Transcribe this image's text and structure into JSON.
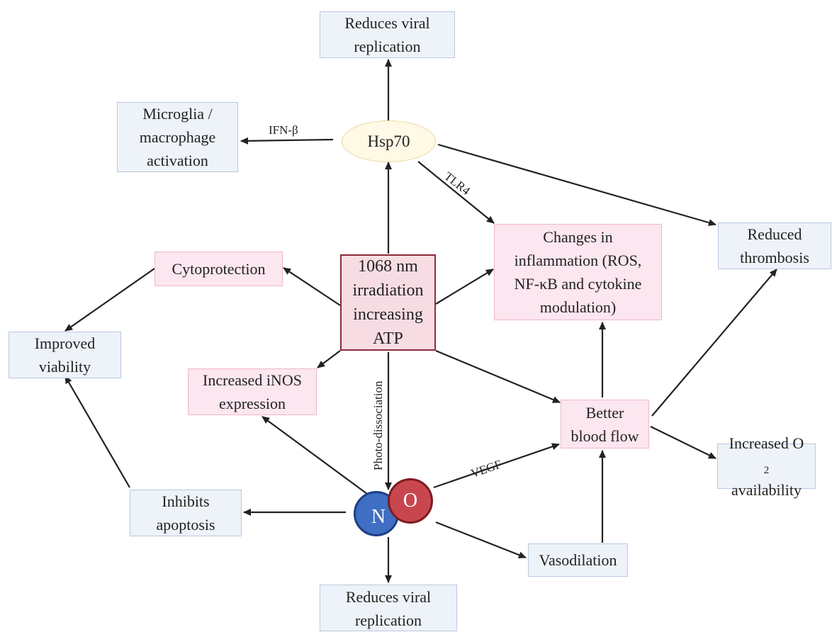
{
  "nodes": {
    "viral_top": [
      "Reduces viral",
      "replication"
    ],
    "microglia": [
      "Microglia /",
      "macrophage",
      "activation"
    ],
    "hsp70": "Hsp70",
    "cytoprotection": "Cytoprotection",
    "center": [
      "1068 nm",
      "irradiation",
      "increasing",
      "ATP"
    ],
    "inflammation": [
      "Changes in",
      "inflammation (ROS,",
      "NF-κB and cytokine",
      "modulation)"
    ],
    "thrombosis": [
      "Reduced",
      "thrombosis"
    ],
    "viability": [
      "Improved",
      "viability"
    ],
    "inos": [
      "Increased iNOS",
      "expression"
    ],
    "blood_flow": [
      "Better",
      "blood flow"
    ],
    "o2_line1_text": "Increased O",
    "o2_subscript": "2",
    "o2_line2": "availability",
    "apoptosis": [
      "Inhibits",
      "apoptosis"
    ],
    "vasodilation": "Vasodilation",
    "viral_bottom": [
      "Reduces viral",
      "replication"
    ],
    "no_n": "N",
    "no_o": "O"
  },
  "edge_labels": {
    "ifn": "IFN-β",
    "tlr4": "TLR4",
    "photo": "Photo-dissociation",
    "vegf": "VEGF"
  },
  "colors": {
    "blue_fill": "#eef3f9",
    "pink_fill": "#fce6ef",
    "center_border": "#8c2a3c",
    "hsp70_fill": "#fff9e5",
    "nitrogen": "#3f6ec2",
    "oxygen": "#c8474e",
    "arrow": "#222222"
  }
}
